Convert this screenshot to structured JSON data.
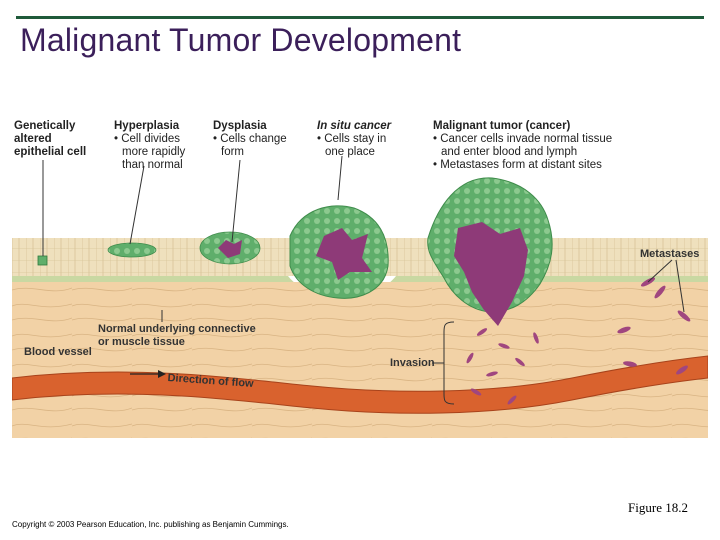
{
  "title": "Malignant Tumor Development",
  "stages": [
    {
      "name": "Genetically altered epithelial cell",
      "lines": [
        "Genetically",
        "altered",
        "epithelial cell"
      ],
      "notes": []
    },
    {
      "name": "Hyperplasia",
      "notes": [
        "• Cell divides",
        "more rapidly",
        "than normal"
      ]
    },
    {
      "name": "Dysplasia",
      "notes": [
        "• Cells change",
        "form"
      ]
    },
    {
      "name": "In situ cancer",
      "notes": [
        "• Cells stay in",
        "one place"
      ]
    },
    {
      "name": "Malignant tumor (cancer)",
      "notes": [
        "• Cancer cells invade normal tissue",
        "and enter blood and lymph",
        "• Metastases form at distant sites"
      ]
    }
  ],
  "labels": {
    "metastases": "Metastases",
    "connective": [
      "Normal underlying connective",
      "or muscle tissue"
    ],
    "blood_vessel": "Blood vessel",
    "invasion": "Invasion",
    "flow": "Direction of flow"
  },
  "figure_caption": "Figure 18.2",
  "copyright": "Copyright © 2003 Pearson Education, Inc. publishing as Benjamin Cummings.",
  "colors": {
    "title": "#3b1f5a",
    "epithelium": "#efe0bd",
    "connective": "#f2d2a6",
    "basement": "#c9d8a2",
    "tumor_green": "#5fae6b",
    "tumor_purple": "#8e3a78",
    "vessel": "#d9622e"
  }
}
